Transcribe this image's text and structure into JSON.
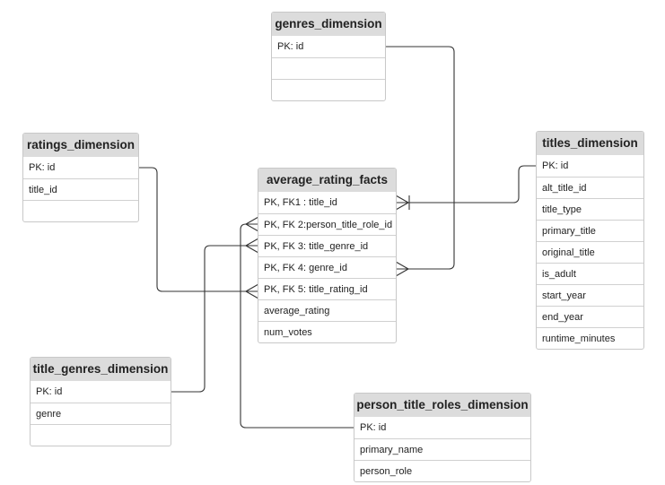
{
  "entities": {
    "genres": {
      "title": "genres_dimension",
      "rows": [
        "PK: id",
        "",
        ""
      ]
    },
    "ratings": {
      "title": "ratings_dimension",
      "rows": [
        "PK: id",
        "title_id",
        ""
      ]
    },
    "facts": {
      "title": "average_rating_facts",
      "rows": [
        "PK, FK1 : title_id",
        "PK, FK 2:person_title_role_id",
        "PK, FK 3: title_genre_id",
        "PK, FK 4: genre_id",
        "PK, FK 5: title_rating_id",
        "average_rating",
        "num_votes"
      ]
    },
    "titles": {
      "title": "titles_dimension",
      "rows": [
        "PK: id",
        "alt_title_id",
        "title_type",
        "primary_title",
        "original_title",
        "is_adult",
        "start_year",
        "end_year",
        "runtime_minutes"
      ]
    },
    "title_genres": {
      "title": "title_genres_dimension",
      "rows": [
        "PK: id",
        "genre",
        ""
      ]
    },
    "person_roles": {
      "title": "person_title_roles_dimension",
      "rows": [
        "PK: id",
        "primary_name",
        "person_role"
      ]
    }
  },
  "colors": {
    "header_bg": "#dcdcdc",
    "border": "#c8c8c8",
    "line": "#333333"
  }
}
